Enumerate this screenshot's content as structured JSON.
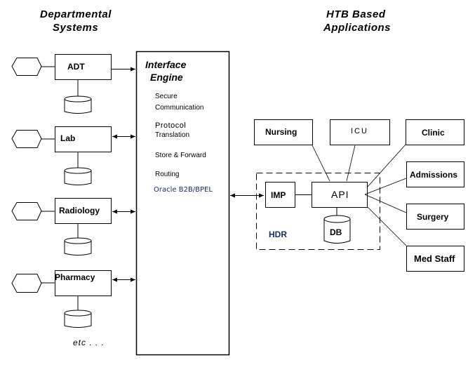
{
  "headers": {
    "departmental": [
      "Departmental",
      "Systems"
    ],
    "htb": [
      "HTB Based",
      "Applications"
    ]
  },
  "departmental_systems": [
    {
      "label": "ADT",
      "link": "one-way"
    },
    {
      "label": "Lab",
      "link": "two-way"
    },
    {
      "label": "Radiology",
      "link": "two-way"
    },
    {
      "label": "Pharmacy",
      "link": "two-way"
    }
  ],
  "etc_label": "etc . . .",
  "interface_engine": {
    "title": [
      "Interface",
      "Engine"
    ],
    "functions": [
      [
        "Secure",
        "Communication"
      ],
      [
        "Protocol",
        "Translation"
      ],
      [
        "Store & Forward"
      ],
      [
        "Routing"
      ]
    ],
    "platform": "Oracle B2B/BPEL",
    "platform_color": "#1a2f6a"
  },
  "hdr": {
    "label": "HDR",
    "imp_label": "IMP",
    "api_label": "API",
    "db_label": "DB",
    "label_color": "#1a2f6a"
  },
  "htb_applications": [
    "Nursing",
    "ICU",
    "Clinic",
    "Admissions",
    "Surgery",
    "Med Staff"
  ]
}
